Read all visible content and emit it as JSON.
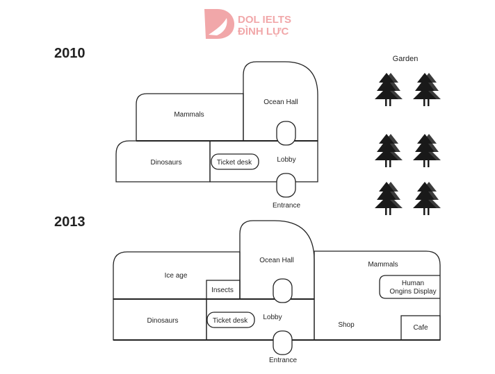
{
  "logo": {
    "line1": "DOL IELTS",
    "line2": "ĐÌNH LỰC",
    "color": "#f1a7a9"
  },
  "plan_2010": {
    "year": "2010",
    "rooms": {
      "mammals": "Mammals",
      "ocean_hall": "Ocean Hall",
      "dinosaurs": "Dinosaurs",
      "ticket_desk": "Ticket desk",
      "lobby": "Lobby",
      "entrance": "Entrance"
    },
    "garden": {
      "label": "Garden",
      "tree_count": 6
    }
  },
  "plan_2013": {
    "year": "2013",
    "rooms": {
      "ice_age": "Ice age",
      "insects": "Insects",
      "ocean_hall": "Ocean Hall",
      "mammals": "Mammals",
      "human_origins_line1": "Human",
      "human_origins_line2": "Ongins Display",
      "dinosaurs": "Dinosaurs",
      "ticket_desk": "Ticket desk",
      "lobby": "Lobby",
      "shop": "Shop",
      "cafe": "Cafe",
      "entrance": "Entrance"
    }
  },
  "colors": {
    "line": "#222222",
    "tree": "#1a1a1a",
    "background": "#ffffff"
  }
}
